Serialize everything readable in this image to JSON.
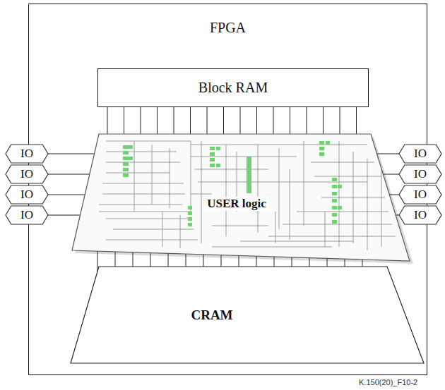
{
  "diagram": {
    "nodes": [
      {
        "text": [
          "FPGA"
        ]
      },
      {
        "text": [
          "Block RAM"
        ],
        "in": 0
      },
      {
        "text": [
          "USER logic"
        ],
        "in": 0
      },
      {
        "text": [
          "CRAM"
        ],
        "in": 0
      },
      {
        "text": [
          "IO"
        ]
      },
      {
        "text": [
          "IO"
        ]
      },
      {
        "text": [
          "IO"
        ]
      },
      {
        "text": [
          "IO"
        ]
      },
      {
        "text": [
          "IO"
        ]
      },
      {
        "text": [
          "IO"
        ]
      },
      {
        "text": [
          "IO"
        ]
      },
      {
        "text": [
          "IO"
        ]
      }
    ],
    "edges": [
      {
        "from": 1,
        "to": 2,
        "arrow": "none"
      },
      {
        "from": 2,
        "to": 3,
        "arrow": "none"
      },
      {
        "from": 4,
        "to": 2,
        "arrow": "none"
      },
      {
        "from": 5,
        "to": 2,
        "arrow": "none"
      },
      {
        "from": 6,
        "to": 2,
        "arrow": "none"
      },
      {
        "from": 7,
        "to": 2,
        "arrow": "none"
      },
      {
        "from": 2,
        "to": 8,
        "arrow": "none"
      },
      {
        "from": 2,
        "to": 9,
        "arrow": "none"
      },
      {
        "from": 2,
        "to": 10,
        "arrow": "none"
      },
      {
        "from": 2,
        "to": 11,
        "arrow": "none"
      }
    ],
    "labels": [
      "K.150(20)_F10-2"
    ]
  }
}
